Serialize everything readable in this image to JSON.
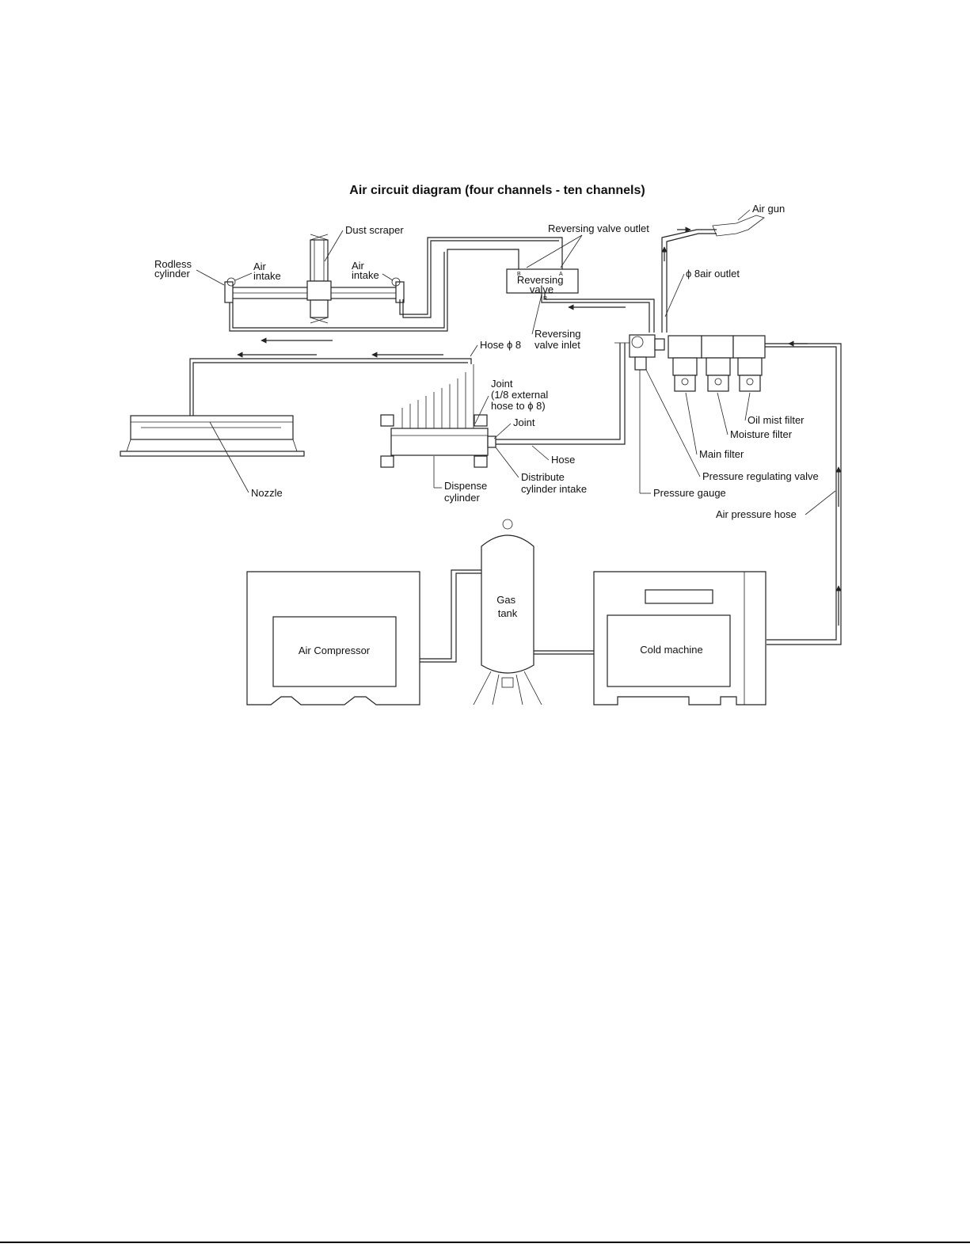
{
  "title": "Air circuit diagram (four channels - ten channels)",
  "labels": {
    "air_gun": "Air gun",
    "reversing_valve_outlet": "Reversing valve outlet",
    "dust_scraper": "Dust scraper",
    "rodless_cylinder": [
      "Rodless",
      "cylinder"
    ],
    "air_intake_left": [
      "Air",
      "intake"
    ],
    "air_intake_right": [
      "Air",
      "intake"
    ],
    "reversing_valve": [
      "Reversing",
      "valve"
    ],
    "phi8_air_outlet": "ϕ 8air outlet",
    "reversing_valve_inlet": [
      "Reversing",
      "valve inlet"
    ],
    "hose_phi8": "Hose ϕ 8",
    "joint_upper": [
      "Joint",
      "(1/8 external",
      "hose to ϕ 8)"
    ],
    "joint_lower": "Joint",
    "hose": "Hose",
    "nozzle": "Nozzle",
    "dispense_cylinder": [
      "Dispense",
      "cylinder"
    ],
    "distribute_cylinder_intake": [
      "Distribute",
      "cylinder intake"
    ],
    "oil_mist_filter": "Oil mist filter",
    "moisture_filter": "Moisture filter",
    "main_filter": "Main filter",
    "pressure_regulating_valve": "Pressure regulating valve",
    "pressure_gauge": "Pressure gauge",
    "air_pressure_hose": "Air pressure hose",
    "gas_tank": [
      "Gas",
      "tank"
    ],
    "air_compressor": "Air Compressor",
    "cold_machine": "Cold machine",
    "port_b": "B",
    "port_a": "A",
    "port_r": "R"
  }
}
